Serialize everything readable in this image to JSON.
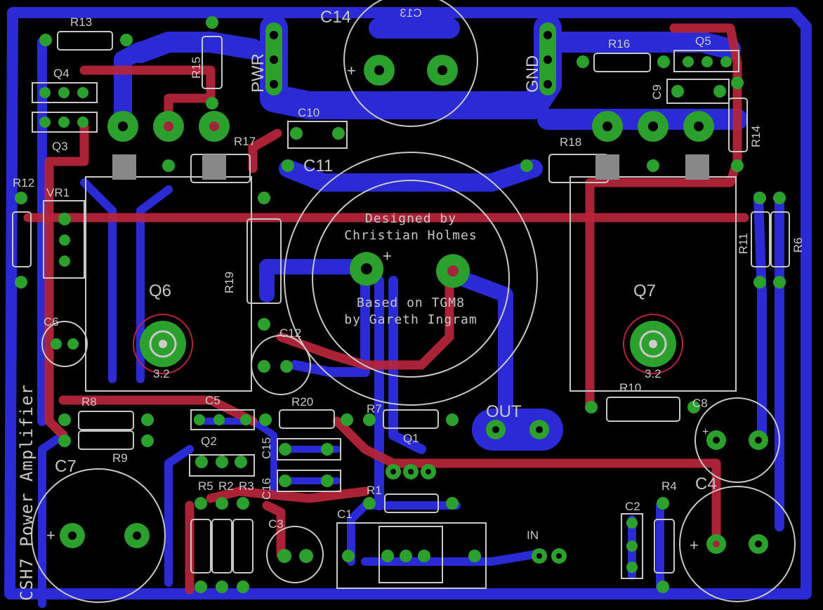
{
  "board": {
    "title_vertical": "CSH7 Power Amplifier",
    "credit_line1": "Designed by",
    "credit_line2": "Christian Holmes",
    "credit_line3": "Based on TGM8",
    "credit_line4": "by Gareth Ingram",
    "mirrored_label": "C13",
    "colors": {
      "bottom_copper": "#2b2bd6",
      "top_copper": "#b8253a",
      "pad": "#2ca02c",
      "silkscreen": "#c8c8c8",
      "background": "#000000"
    }
  },
  "connectors": {
    "pwr": "PWR",
    "gnd": "GND",
    "out": "OUT",
    "in": "IN"
  },
  "components": {
    "r13": "R13",
    "r15": "R15",
    "r16": "R16",
    "r17": "R17",
    "r18": "R18",
    "r14": "R14",
    "r12": "R12",
    "r11": "R11",
    "r6": "R6",
    "r19": "R19",
    "r8": "R8",
    "r9": "R9",
    "r20": "R20",
    "r7": "R7",
    "r10": "R10",
    "r5": "R5",
    "r2": "R2",
    "r3": "R3",
    "r1": "R1",
    "r4": "R4",
    "q4": "Q4",
    "q3": "Q3",
    "q5": "Q5",
    "q6": "Q6",
    "q7": "Q7",
    "q2": "Q2",
    "q1": "Q1",
    "vr1": "VR1",
    "c14": "C14",
    "c10": "C10",
    "c11": "C11",
    "c9": "C9",
    "c6": "C6",
    "c12": "C12",
    "c5": "C5",
    "c15": "C15",
    "c16": "C16",
    "c7": "C7",
    "c3": "C3",
    "c1": "C1",
    "c2": "C2",
    "c8": "C8",
    "c4": "C4",
    "hole_label_left": "3.2",
    "hole_label_right": "3.2"
  }
}
